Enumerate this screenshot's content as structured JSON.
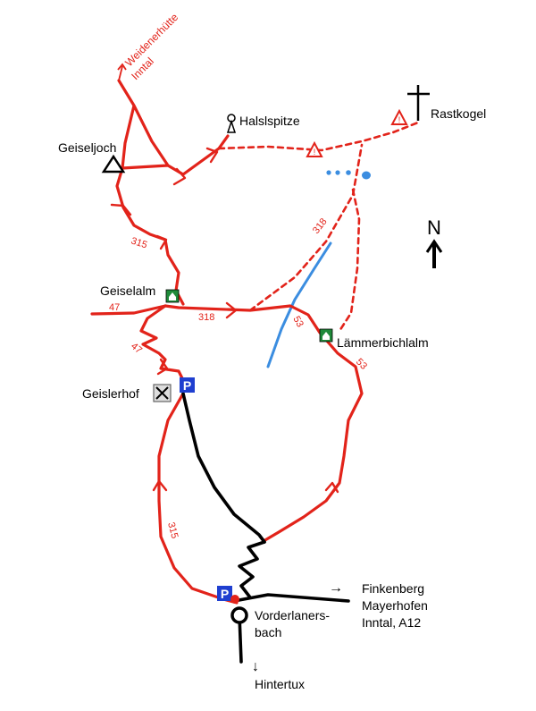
{
  "places": {
    "weidenerhuette": "Weidenerhütte",
    "inntal_top": "Inntal",
    "halslspitze": "Halslspitze",
    "rastkogel": "Rastkogel",
    "geiseljoch": "Geiseljoch",
    "geiselalm": "Geiselalm",
    "laemmerbichlalm": "Lämmerbichlalm",
    "geislerhof": "Geislerhof",
    "vorderlanersbach_1": "Vorderlaners-",
    "vorderlanersbach_2": "bach",
    "finkenberg": "Finkenberg",
    "mayerhofen": "Mayerhofen",
    "inntal_a12": "Inntal, A12",
    "hintertux": "Hintertux"
  },
  "compass": {
    "north": "N"
  },
  "trail_numbers": {
    "t315_upper": "315",
    "t47_left": "47",
    "t318_mid": "318",
    "t47_lower": "47",
    "t318_diag": "318",
    "t53_upper": "53",
    "t53_lower": "53",
    "t315_lower": "315"
  },
  "symbols": {
    "parking": "P",
    "direction_right": "→",
    "direction_down": "↓"
  },
  "colors": {
    "trail": "#e2231a",
    "road": "#000000",
    "water": "#3b8de0",
    "parking": "#1f3fd0",
    "hut": "#1f8a3a"
  }
}
